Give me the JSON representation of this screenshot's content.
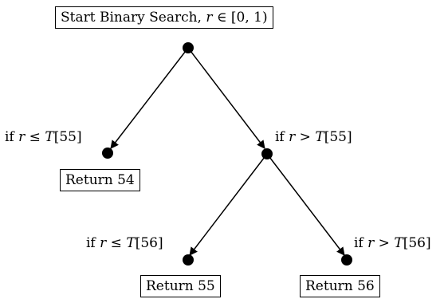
{
  "diagram": {
    "root": {
      "text_prefix": "Start Binary Search, ",
      "var": "r",
      "text_suffix": " ∈ [0, 1)"
    },
    "left_branch": {
      "condition_prefix": "if ",
      "var": "r",
      "condition_suffix": " ≤ ",
      "threshold_var": "T",
      "threshold_index": "[55]",
      "result": "Return 54"
    },
    "right_branch": {
      "condition_prefix": "if ",
      "var": "r",
      "condition_suffix": " > ",
      "threshold_var": "T",
      "threshold_index": "[55]",
      "left": {
        "condition_prefix": "if ",
        "var": "r",
        "condition_suffix": " ≤ ",
        "threshold_var": "T",
        "threshold_index": "[56]",
        "result": "Return 55"
      },
      "right": {
        "condition_prefix": "if ",
        "var": "r",
        "condition_suffix": " > ",
        "threshold_var": "T",
        "threshold_index": "[56]",
        "result": "Return 56"
      }
    }
  }
}
